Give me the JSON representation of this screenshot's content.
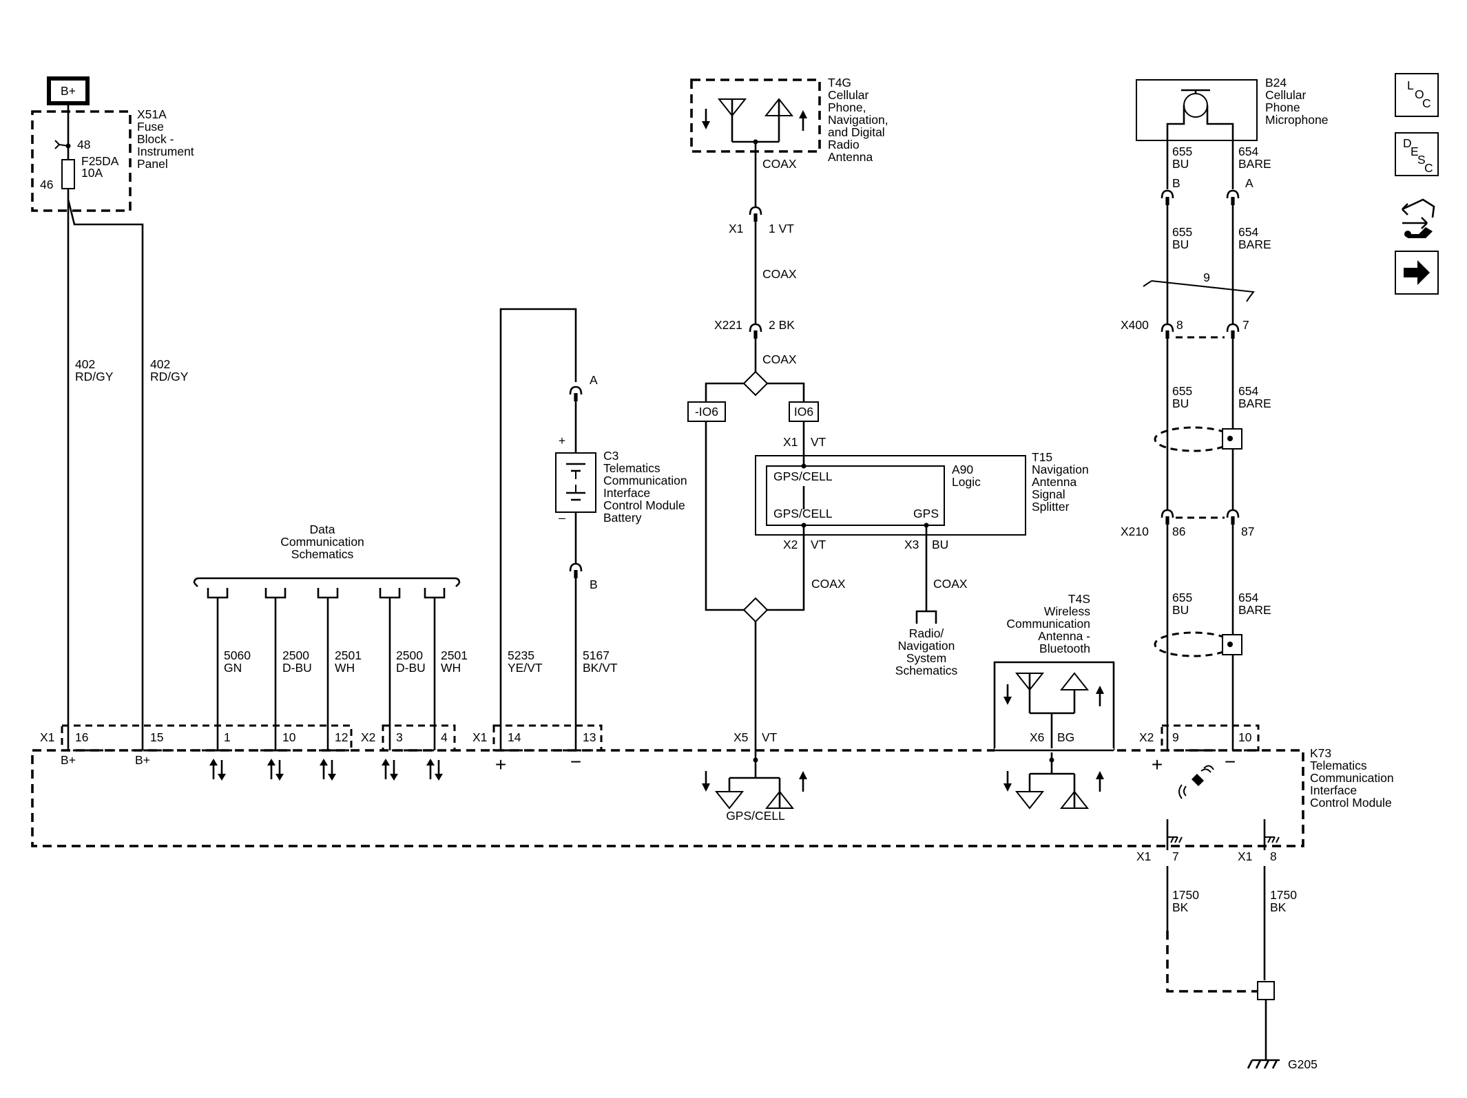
{
  "nav": {
    "loc": [
      "L",
      "O",
      "C"
    ],
    "desc": [
      "D",
      "E",
      "S",
      "C"
    ],
    "connector_icon": "connector-end-view-icon",
    "next_icon": "arrow-right-icon"
  },
  "power": {
    "source": "B+",
    "fuse_block": [
      "X51A",
      "Fuse",
      "Block -",
      "Instrument",
      "Panel"
    ],
    "fuse": [
      "F25DA",
      "10A"
    ],
    "pin_in": "48",
    "pin_out": "46"
  },
  "wires": {
    "c16": [
      "402",
      "RD/GY"
    ],
    "c15": [
      "402",
      "RD/GY"
    ],
    "w5060": [
      "5060",
      "GN"
    ],
    "w2500a": [
      "2500",
      "D-BU"
    ],
    "w2501a": [
      "2501",
      "WH"
    ],
    "w2500b": [
      "2500",
      "D-BU"
    ],
    "w2501b": [
      "2501",
      "WH"
    ],
    "w5235": [
      "5235",
      "YE/VT"
    ],
    "w5167": [
      "5167",
      "BK/VT"
    ],
    "coax": "COAX",
    "w655": [
      "655",
      "BU"
    ],
    "w654": [
      "654",
      "BARE"
    ],
    "w1750": [
      "1750",
      "BK"
    ]
  },
  "data_comm": [
    "Data",
    "Communication",
    "Schematics"
  ],
  "battery": {
    "name": [
      "C3",
      "Telematics",
      "Communication",
      "Interface",
      "Control Module",
      "Battery"
    ],
    "pin_a": "A",
    "pin_b": "B",
    "plus": "+",
    "minus": "–"
  },
  "antenna_t4g": [
    "T4G",
    "Cellular",
    "Phone,",
    "Navigation,",
    "and Digital",
    "Radio",
    "Antenna"
  ],
  "connectors": {
    "x1_1vt": [
      "X1",
      "1 VT"
    ],
    "x221": [
      "X221",
      "2 BK"
    ],
    "io6_neg": "-IO6",
    "io6": "IO6",
    "t15_x1": [
      "X1",
      "VT"
    ],
    "t15_x2": [
      "X2",
      "VT"
    ],
    "t15_x3": [
      "X3",
      "BU"
    ],
    "x400": [
      "X400",
      "8",
      "7"
    ],
    "x210": [
      "X210",
      "86",
      "87"
    ],
    "mic_pins": [
      "B",
      "A"
    ],
    "x1_7": [
      "X1",
      "7"
    ],
    "x1_8": [
      "X1",
      "8"
    ]
  },
  "splitter": {
    "name": [
      "T15",
      "Navigation",
      "Antenna",
      "Signal",
      "Splitter"
    ],
    "logic": [
      "A90",
      "Logic"
    ],
    "gps_cell_top": "GPS/CELL",
    "gps_cell_bottom": "GPS/CELL",
    "gps": "GPS"
  },
  "radio_nav": [
    "Radio/",
    "Navigation",
    "System",
    "Schematics"
  ],
  "bluetooth": [
    "T4S",
    "Wireless",
    "Communication",
    "Antenna -",
    "Bluetooth"
  ],
  "microphone": [
    "B24",
    "Cellular",
    "Phone",
    "Microphone"
  ],
  "shield_count": "9",
  "module": {
    "name": [
      "K73",
      "Telematics",
      "Communication",
      "Interface",
      "Control Module"
    ],
    "x1": "X1",
    "x2": "X2",
    "pins_left": [
      "16",
      "15",
      "1",
      "10",
      "12",
      "3",
      "4",
      "14",
      "13"
    ],
    "pins_right": [
      "9",
      "10"
    ],
    "x5": [
      "X5",
      "VT"
    ],
    "x6": [
      "X6",
      "BG"
    ],
    "bplus": "B+",
    "plus": "+",
    "minus": "−",
    "gps_cell": "GPS/CELL"
  },
  "ground": "G205"
}
